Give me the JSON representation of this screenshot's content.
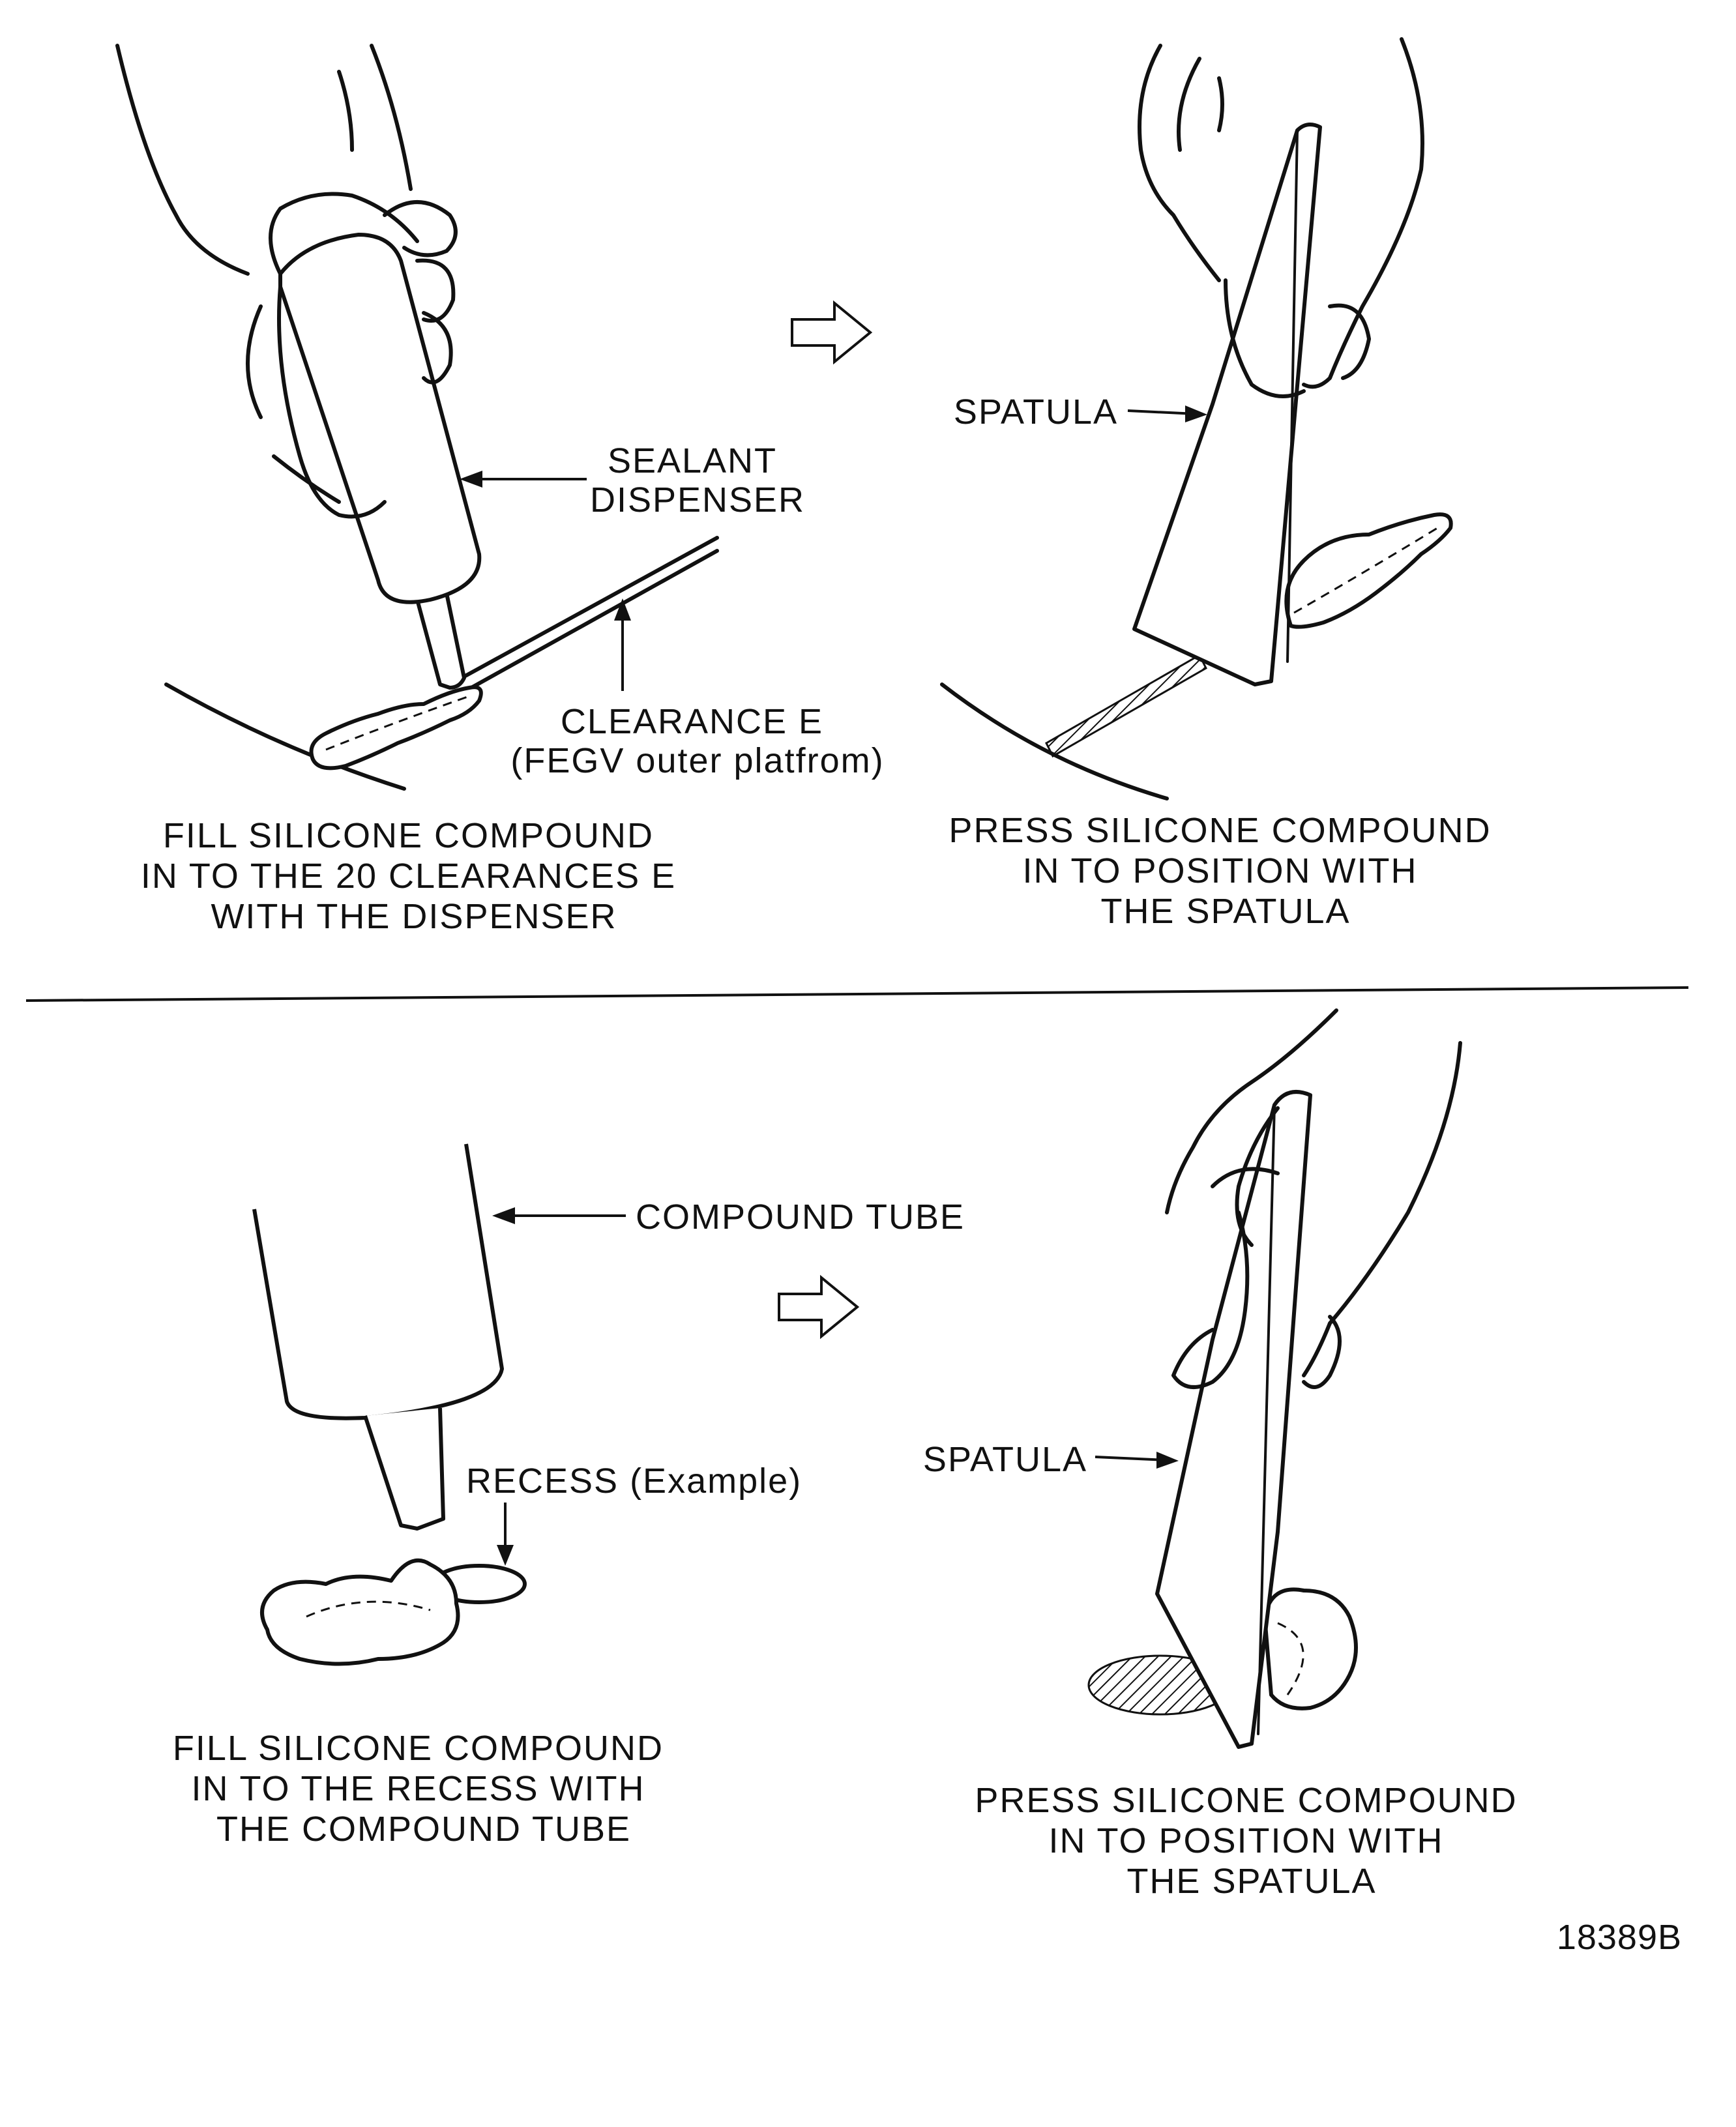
{
  "panels": {
    "fill_dispenser": {
      "label_dispenser": [
        "SEALANT",
        "DISPENSER"
      ],
      "label_clearance": [
        "CLEARANCE E",
        "(FEGV outer platfrom)"
      ],
      "caption": [
        "FILL SILICONE COMPOUND",
        "IN TO THE 20 CLEARANCES E",
        "WITH THE DISPENSER"
      ]
    },
    "press_spatula_top": {
      "label_spatula": "SPATULA",
      "caption": [
        "PRESS SILICONE COMPOUND",
        "IN TO POSITION WITH",
        "THE SPATULA"
      ]
    },
    "fill_tube": {
      "label_tube": "COMPOUND TUBE",
      "label_recess": "RECESS (Example)",
      "caption": [
        "FILL SILICONE COMPOUND",
        "IN TO THE RECESS WITH",
        "THE COMPOUND TUBE"
      ]
    },
    "press_spatula_bottom": {
      "label_spatula": "SPATULA",
      "caption": [
        "PRESS SILICONE COMPOUND",
        "IN TO POSITION WITH",
        "THE SPATULA"
      ]
    }
  },
  "figure_id": "18389B"
}
